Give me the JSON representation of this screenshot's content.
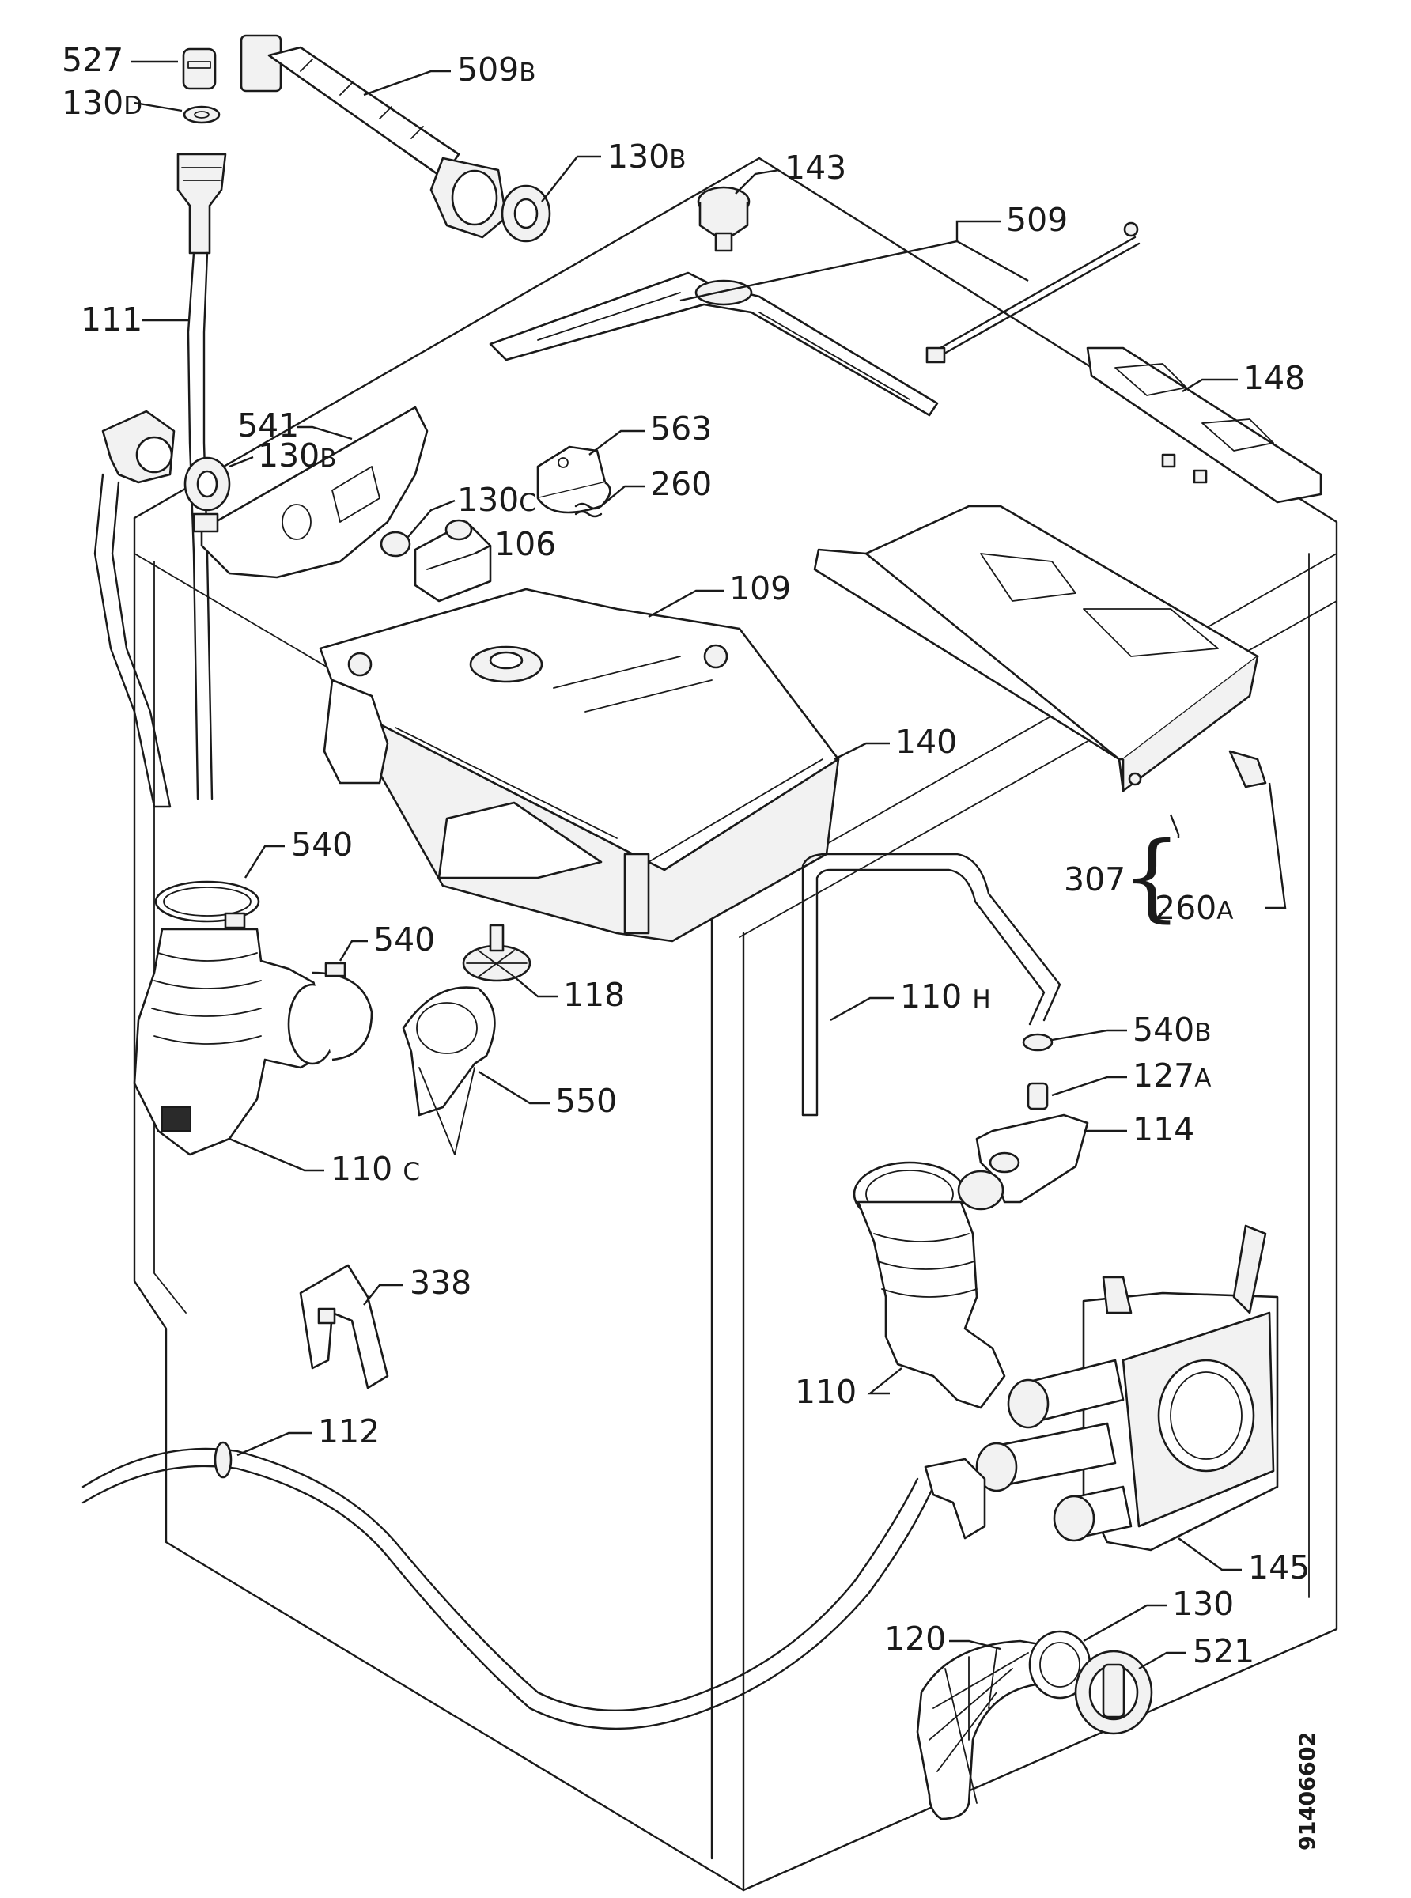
{
  "sheet_number": "91406602",
  "parts": [
    {
      "key": "p527",
      "main": "527",
      "suffix": ""
    },
    {
      "key": "p130D",
      "main": "130",
      "suffix": "D"
    },
    {
      "key": "p509B",
      "main": "509",
      "suffix": "B"
    },
    {
      "key": "p130B_top",
      "main": "130",
      "suffix": "B"
    },
    {
      "key": "p143",
      "main": "143",
      "suffix": ""
    },
    {
      "key": "p509",
      "main": "509",
      "suffix": ""
    },
    {
      "key": "p111",
      "main": "111",
      "suffix": ""
    },
    {
      "key": "p148",
      "main": "148",
      "suffix": ""
    },
    {
      "key": "p541",
      "main": "541",
      "suffix": ""
    },
    {
      "key": "p130B",
      "main": "130",
      "suffix": "B"
    },
    {
      "key": "p563",
      "main": "563",
      "suffix": ""
    },
    {
      "key": "p260",
      "main": "260",
      "suffix": ""
    },
    {
      "key": "p130C",
      "main": "130",
      "suffix": "C"
    },
    {
      "key": "p106",
      "main": "106",
      "suffix": ""
    },
    {
      "key": "p109",
      "main": "109",
      "suffix": ""
    },
    {
      "key": "p140",
      "main": "140",
      "suffix": ""
    },
    {
      "key": "p307",
      "main": "307",
      "suffix": ""
    },
    {
      "key": "p260A",
      "main": "260",
      "suffix": "A"
    },
    {
      "key": "p540a",
      "main": "540",
      "suffix": ""
    },
    {
      "key": "p540b",
      "main": "540",
      "suffix": ""
    },
    {
      "key": "p118",
      "main": "118",
      "suffix": ""
    },
    {
      "key": "p110H",
      "main": "110",
      "suffix": "H"
    },
    {
      "key": "p540B",
      "main": "540",
      "suffix": "B"
    },
    {
      "key": "p127A",
      "main": "127",
      "suffix": "A"
    },
    {
      "key": "p114",
      "main": "114",
      "suffix": ""
    },
    {
      "key": "p550",
      "main": "550",
      "suffix": ""
    },
    {
      "key": "p110C",
      "main": "110",
      "suffix": "C"
    },
    {
      "key": "p338",
      "main": "338",
      "suffix": ""
    },
    {
      "key": "p110",
      "main": "110",
      "suffix": ""
    },
    {
      "key": "p112",
      "main": "112",
      "suffix": ""
    },
    {
      "key": "p145",
      "main": "145",
      "suffix": ""
    },
    {
      "key": "p130",
      "main": "130",
      "suffix": ""
    },
    {
      "key": "p120",
      "main": "120",
      "suffix": ""
    },
    {
      "key": "p521",
      "main": "521",
      "suffix": ""
    }
  ]
}
